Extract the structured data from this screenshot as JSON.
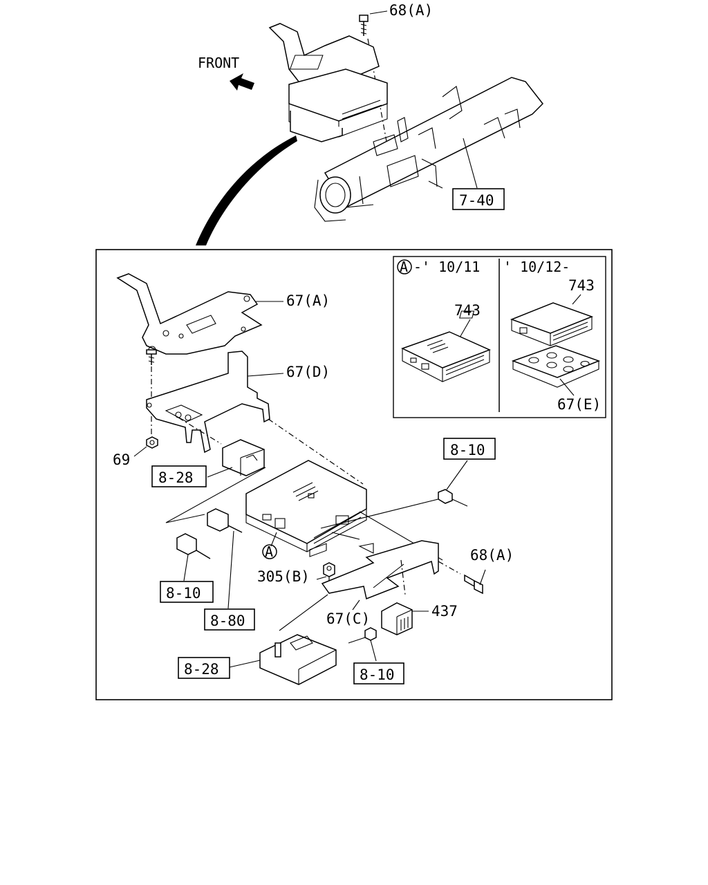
{
  "top_view": {
    "front_label": "FRONT",
    "callout_bolt": "68(A)",
    "ref_box": "7-40"
  },
  "detail": {
    "bracket_upper": "67(A)",
    "bracket_mid": "67(D)",
    "nut": "69",
    "ref_828_a": "8-28",
    "ref_810_right": "8-10",
    "circle_a": "A",
    "ref_810_left": "8-10",
    "ref_880": "8-80",
    "nut_305": "305(B)",
    "bolt_68": "68(A)",
    "bracket_c": "67(C)",
    "relay": "437",
    "ref_828_b": "8-28",
    "ref_810_bottom": "8-10"
  },
  "inset": {
    "left_header_circle": "A",
    "left_header": "-' 10/11",
    "right_header": "' 10/12-",
    "left_unit": "743",
    "right_unit": "743",
    "right_bracket": "67(E)"
  }
}
